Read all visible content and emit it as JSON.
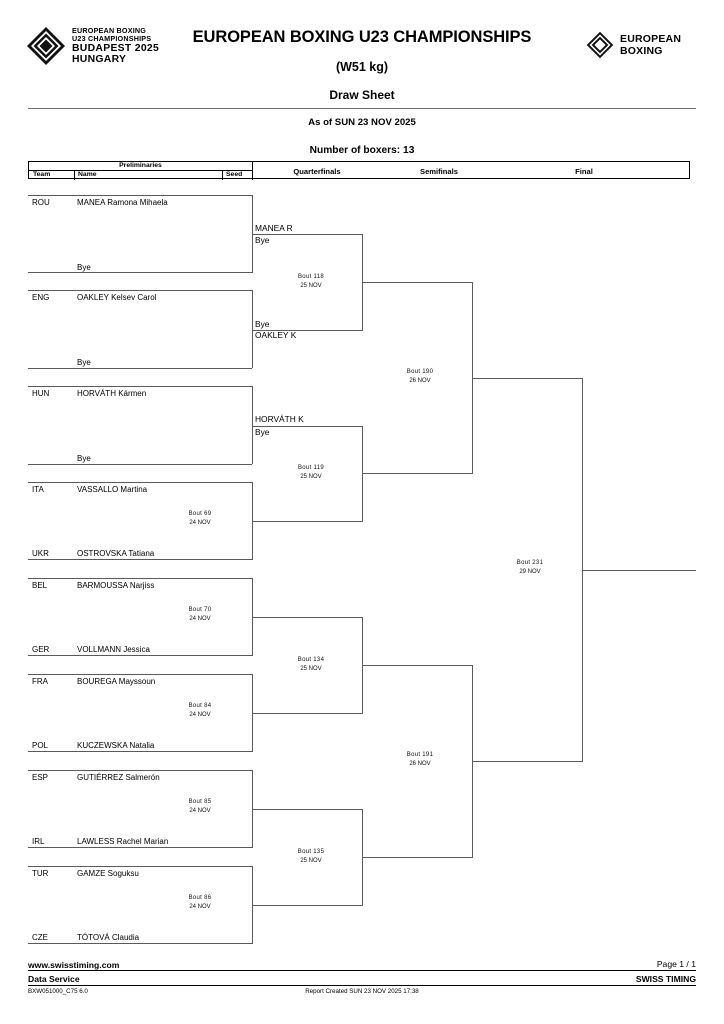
{
  "header": {
    "logo_left": {
      "line1": "EUROPEAN BOXING",
      "line2": "U23 CHAMPIONSHIPS",
      "line3": "BUDAPEST 2025",
      "line4": "HUNGARY",
      "mark": "diamond-logo-icon"
    },
    "logo_right": {
      "line1": "EUROPEAN",
      "line2": "BOXING",
      "mark": "diamond-logo-icon"
    },
    "title": "EUROPEAN BOXING U23 CHAMPIONSHIPS",
    "weight_class": "(W51 kg)",
    "document_type": "Draw Sheet",
    "as_of": "As of SUN 23 NOV 2025",
    "boxers_count": "Number of boxers: 13"
  },
  "columns": {
    "preliminaries": "Preliminaries",
    "team": "Team",
    "name": "Name",
    "seed": "Seed",
    "quarterfinals": "Quarterfinals",
    "semifinals": "Semifinals",
    "final": "Final"
  },
  "preliminaries": [
    {
      "team": "ROU",
      "name": "MANEA Ramona Mihaela",
      "seed": "",
      "opponent": "Bye"
    },
    {
      "team": "ENG",
      "name": "OAKLEY Kelsev Carol",
      "seed": "",
      "opponent": "Bye"
    },
    {
      "team": "HUN",
      "name": "HORVÁTH Kármen",
      "seed": "",
      "opponent": "Bye"
    },
    {
      "team": "ITA",
      "name": "VASSALLO Martina",
      "seed": "",
      "opponent": ""
    },
    {
      "team": "UKR",
      "name": "OSTROVSKA Tatiana",
      "seed": "",
      "opponent": ""
    },
    {
      "team": "BEL",
      "name": "BARMOUSSA Narjiss",
      "seed": "",
      "opponent": ""
    },
    {
      "team": "GER",
      "name": "VOLLMANN Jessica",
      "seed": "",
      "opponent": ""
    },
    {
      "team": "FRA",
      "name": "BOUREGA Mayssoun",
      "seed": "",
      "opponent": ""
    },
    {
      "team": "POL",
      "name": "KUCZEWSKA Natalia",
      "seed": "",
      "opponent": ""
    },
    {
      "team": "ESP",
      "name": "GUTIÉRREZ Salmerón",
      "seed": "",
      "opponent": ""
    },
    {
      "team": "IRL",
      "name": "LAWLESS Rachel Marian",
      "seed": "",
      "opponent": ""
    },
    {
      "team": "TUR",
      "name": "GAMZE Soguksu",
      "seed": "",
      "opponent": ""
    },
    {
      "team": "CZE",
      "name": "TÓTOVÁ Claudia",
      "seed": "",
      "opponent": ""
    }
  ],
  "prelim_bouts": [
    {
      "bout": "Bout  69",
      "date": "24 NOV"
    },
    {
      "bout": "Bout  70",
      "date": "24 NOV"
    },
    {
      "bout": "Bout  84",
      "date": "24 NOV"
    },
    {
      "bout": "Bout  85",
      "date": "24 NOV"
    },
    {
      "bout": "Bout  86",
      "date": "24 NOV"
    }
  ],
  "quarterfinals": {
    "qf1": {
      "top": "MANEA R",
      "top_sub": "Bye",
      "bottom": "Bye",
      "bottom_sub": "OAKLEY K",
      "bout": "Bout  118",
      "date": "25 NOV"
    },
    "qf2": {
      "top": "HORVÁTH K",
      "top_sub": "Bye",
      "bout": "Bout  119",
      "date": "25 NOV"
    },
    "qf3": {
      "bout": "Bout  134",
      "date": "25 NOV"
    },
    "qf4": {
      "bout": "Bout  135",
      "date": "25 NOV"
    }
  },
  "semifinals": {
    "sf1": {
      "bout": "Bout  190",
      "date": "26 NOV"
    },
    "sf2": {
      "bout": "Bout  191",
      "date": "26 NOV"
    }
  },
  "final": {
    "bout": "Bout  231",
    "date": "29 NOV"
  },
  "footer": {
    "url": "www.swisstiming.com",
    "page": "Page 1 / 1",
    "data_service": "Data Service",
    "company": "SWISS TIMING",
    "report_code": "BXW051000_C75 6.0",
    "report_created": "Report Created  SUN 23 NOV 2025 17:38"
  }
}
